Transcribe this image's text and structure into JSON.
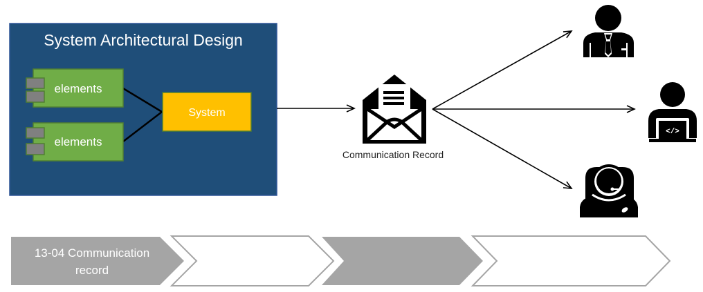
{
  "architecture": {
    "title": "System Architectural Design",
    "elements": [
      {
        "label": "elements"
      },
      {
        "label": "elements"
      }
    ],
    "system_label": "System"
  },
  "record": {
    "label": "Communication Record",
    "icon": "open-envelope-document-icon"
  },
  "recipients": [
    {
      "icon": "businessman-icon"
    },
    {
      "icon": "developer-laptop-icon"
    },
    {
      "icon": "support-agent-headset-icon"
    }
  ],
  "process_steps": [
    {
      "label_line1": "13-04 Communication",
      "label_line2": "record",
      "style": "filled"
    },
    {
      "label_line1": "",
      "label_line2": "",
      "style": "outline"
    },
    {
      "label_line1": "",
      "label_line2": "",
      "style": "filled"
    },
    {
      "label_line1": "",
      "label_line2": "",
      "style": "outline"
    }
  ],
  "colors": {
    "panel_bg": "#1f4e79",
    "panel_border": "#2f5597",
    "element_fill": "#70ad47",
    "element_border": "#507e32",
    "port_fill": "#808080",
    "system_fill": "#ffc000",
    "step_filled": "#a5a5a5",
    "step_outline": "#a5a5a5"
  }
}
